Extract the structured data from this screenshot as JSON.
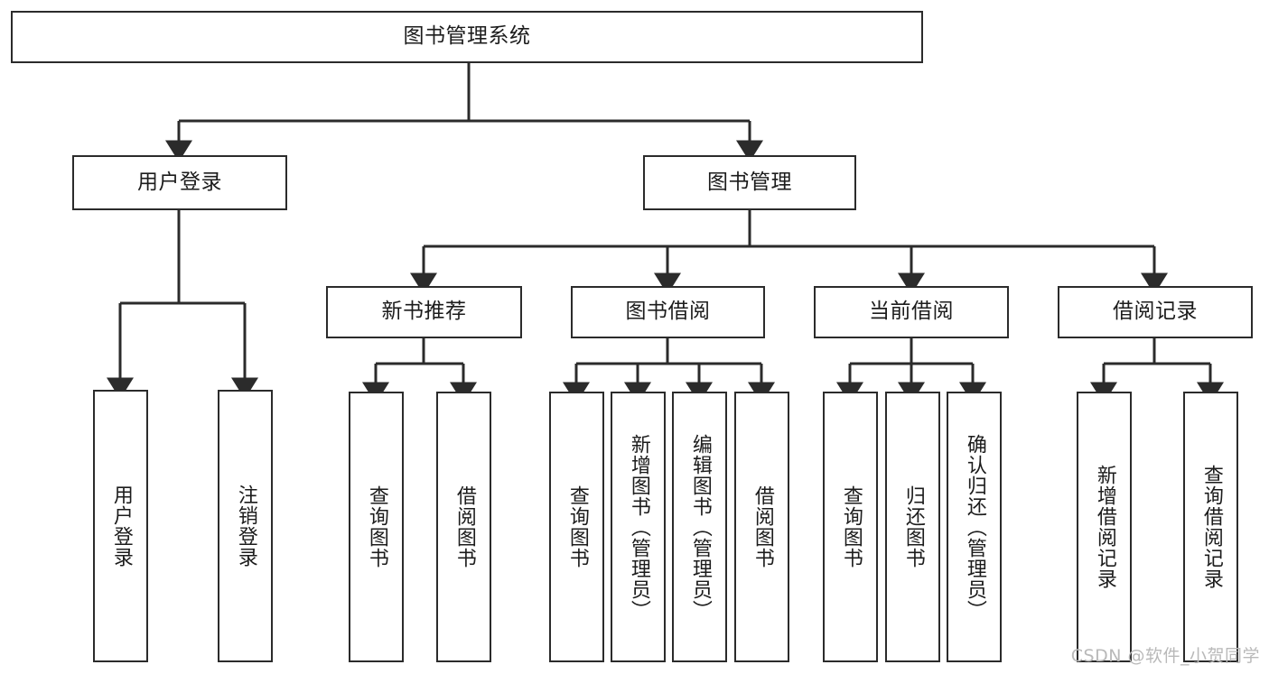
{
  "diagram": {
    "type": "tree-hierarchy",
    "title": "图书管理系统",
    "watermark": "CSDN @软件_小贺同学",
    "colors": {
      "stroke": "#2b2b2b",
      "fill": "#ffffff",
      "text": "#1c1c1c",
      "watermark": "#b9b9b9"
    },
    "nodes": {
      "root": {
        "label": "图书管理系统",
        "orientation": "horizontal"
      },
      "level2": [
        {
          "id": "user-login",
          "label": "用户登录",
          "orientation": "horizontal"
        },
        {
          "id": "book-management",
          "label": "图书管理",
          "orientation": "horizontal"
        }
      ],
      "level3": [
        {
          "id": "new-book-recommend",
          "label": "新书推荐",
          "orientation": "horizontal"
        },
        {
          "id": "book-borrow",
          "label": "图书借阅",
          "orientation": "horizontal"
        },
        {
          "id": "current-borrow",
          "label": "当前借阅",
          "orientation": "horizontal"
        },
        {
          "id": "borrow-record",
          "label": "借阅记录",
          "orientation": "horizontal"
        }
      ],
      "leaves": {
        "user-login": [
          {
            "id": "leaf-user-login",
            "label": "用户登录",
            "orientation": "vertical"
          },
          {
            "id": "leaf-logout-login",
            "label": "注销登录",
            "orientation": "vertical"
          }
        ],
        "new-book-recommend": [
          {
            "id": "leaf-query-book-1",
            "label": "查询图书",
            "orientation": "vertical"
          },
          {
            "id": "leaf-borrow-book-1",
            "label": "借阅图书",
            "orientation": "vertical"
          }
        ],
        "book-borrow": [
          {
            "id": "leaf-query-book-2",
            "label": "查询图书",
            "orientation": "vertical"
          },
          {
            "id": "leaf-add-book",
            "label": "新增图书（管理员）",
            "orientation": "vertical"
          },
          {
            "id": "leaf-edit-book",
            "label": "编辑图书（管理员）",
            "orientation": "vertical"
          },
          {
            "id": "leaf-borrow-book-2",
            "label": "借阅图书",
            "orientation": "vertical"
          }
        ],
        "current-borrow": [
          {
            "id": "leaf-query-book-3",
            "label": "查询图书",
            "orientation": "vertical"
          },
          {
            "id": "leaf-return-book",
            "label": "归还图书",
            "orientation": "vertical"
          },
          {
            "id": "leaf-confirm-return",
            "label": "确认归还（管理员）",
            "orientation": "vertical"
          }
        ],
        "borrow-record": [
          {
            "id": "leaf-add-record",
            "label": "新增借阅记录",
            "orientation": "vertical"
          },
          {
            "id": "leaf-query-record",
            "label": "查询借阅记录",
            "orientation": "vertical"
          }
        ]
      }
    }
  }
}
